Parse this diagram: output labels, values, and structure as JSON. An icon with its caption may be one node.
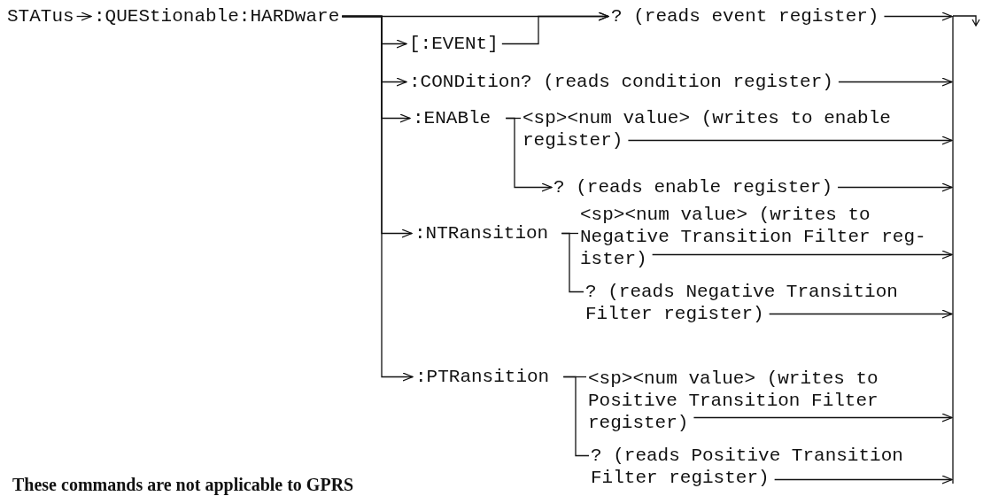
{
  "diagram": {
    "nodes": [
      {
        "text": [
          "STATus"
        ]
      },
      {
        "text": [
          ":QUEStionable:HARDware"
        ]
      },
      {
        "text": [
          "[:EVENt]"
        ]
      },
      {
        "text": [
          "? (reads event register)"
        ]
      },
      {
        "text": [
          ":CONDition? (reads condition register)"
        ]
      },
      {
        "text": [
          ":ENABle"
        ]
      },
      {
        "text": [
          "<sp><num value> (writes to enable register)"
        ]
      },
      {
        "text": [
          "? (reads enable register)"
        ]
      },
      {
        "text": [
          ":NTRansition"
        ]
      },
      {
        "text": [
          "<sp><num value> (writes to Negative Transition Filter reg- ister)"
        ]
      },
      {
        "text": [
          "? (reads Negative Transition Filter register)"
        ]
      },
      {
        "text": [
          ":PTRansition"
        ]
      },
      {
        "text": [
          "<sp><num value> (writes to Positive Transition Filter register)"
        ]
      },
      {
        "text": [
          "? (reads Positive Transition Filter register)"
        ]
      },
      {
        "text": [],
        "shape": "bar"
      }
    ],
    "edges": [
      {
        "from": 0,
        "to": 1,
        "arrow": "to"
      },
      {
        "from": 1,
        "to": 3,
        "arrow": "to"
      },
      {
        "from": 1,
        "to": 2,
        "arrow": "to"
      },
      {
        "from": 2,
        "to": 3,
        "arrow": "to"
      },
      {
        "from": 1,
        "to": 4,
        "arrow": "to"
      },
      {
        "from": 1,
        "to": 5,
        "arrow": "to"
      },
      {
        "from": 1,
        "to": 8,
        "arrow": "to"
      },
      {
        "from": 1,
        "to": 11,
        "arrow": "to"
      },
      {
        "from": 5,
        "to": 6,
        "arrow": "none"
      },
      {
        "from": 5,
        "to": 7,
        "arrow": "to"
      },
      {
        "from": 8,
        "to": 9,
        "arrow": "none"
      },
      {
        "from": 8,
        "to": 10,
        "arrow": "none"
      },
      {
        "from": 11,
        "to": 12,
        "arrow": "none"
      },
      {
        "from": 11,
        "to": 13,
        "arrow": "none"
      },
      {
        "from": 3,
        "to": 14,
        "arrow": "to"
      },
      {
        "from": 4,
        "to": 14,
        "arrow": "to"
      },
      {
        "from": 6,
        "to": 14,
        "arrow": "to"
      },
      {
        "from": 7,
        "to": 14,
        "arrow": "to"
      },
      {
        "from": 9,
        "to": 14,
        "arrow": "to"
      },
      {
        "from": 10,
        "to": 14,
        "arrow": "to"
      },
      {
        "from": 12,
        "to": 14,
        "arrow": "to"
      },
      {
        "from": 13,
        "to": 14,
        "arrow": "to"
      }
    ],
    "labels": [
      "These commands are not applicable to GPRS"
    ]
  }
}
